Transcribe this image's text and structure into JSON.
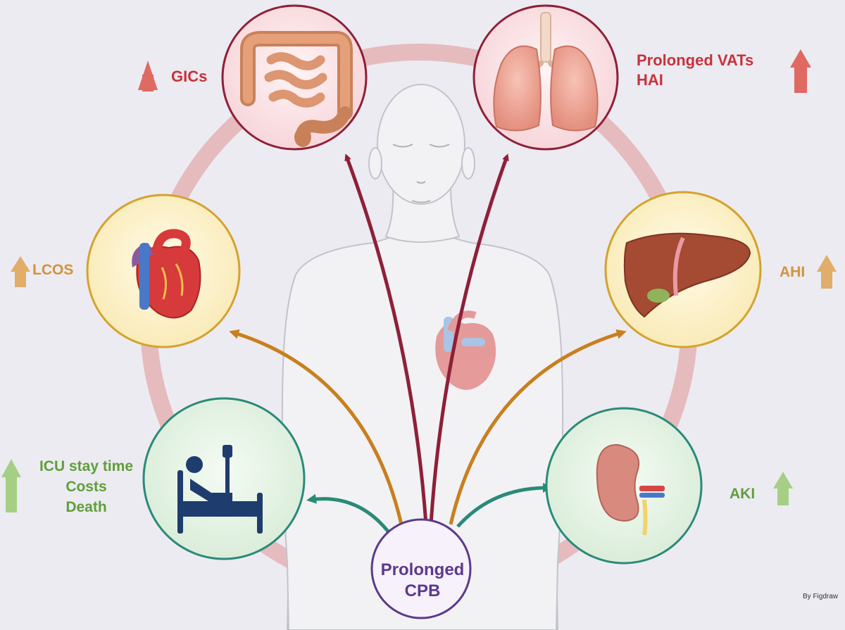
{
  "center": {
    "line1": "Prolonged",
    "line2": "CPB"
  },
  "organs": {
    "intestine": {
      "label": "GICs",
      "trend": "up"
    },
    "lungs": {
      "line1": "Prolonged VATs",
      "line2": "HAI",
      "trend": "up"
    },
    "heart": {
      "label": "LCOS",
      "trend": "up"
    },
    "liver": {
      "label": "AHI",
      "trend": "up"
    },
    "icu": {
      "line1": "ICU stay time",
      "line2": "Costs",
      "line3": "Death",
      "trend": "up"
    },
    "kidney": {
      "label": "AKI",
      "trend": "up"
    }
  },
  "credit": "By Figdraw",
  "colors": {
    "red": "#c8323a",
    "orange": "#d4923a",
    "green": "#5f9f3a",
    "teal": "#2a8a78",
    "purple": "#5b3a8c"
  },
  "icons": [
    "intestine-icon",
    "lungs-icon",
    "heart-icon",
    "liver-icon",
    "hospital-bed-icon",
    "kidney-icon",
    "human-body-icon",
    "up-arrow-icon"
  ]
}
